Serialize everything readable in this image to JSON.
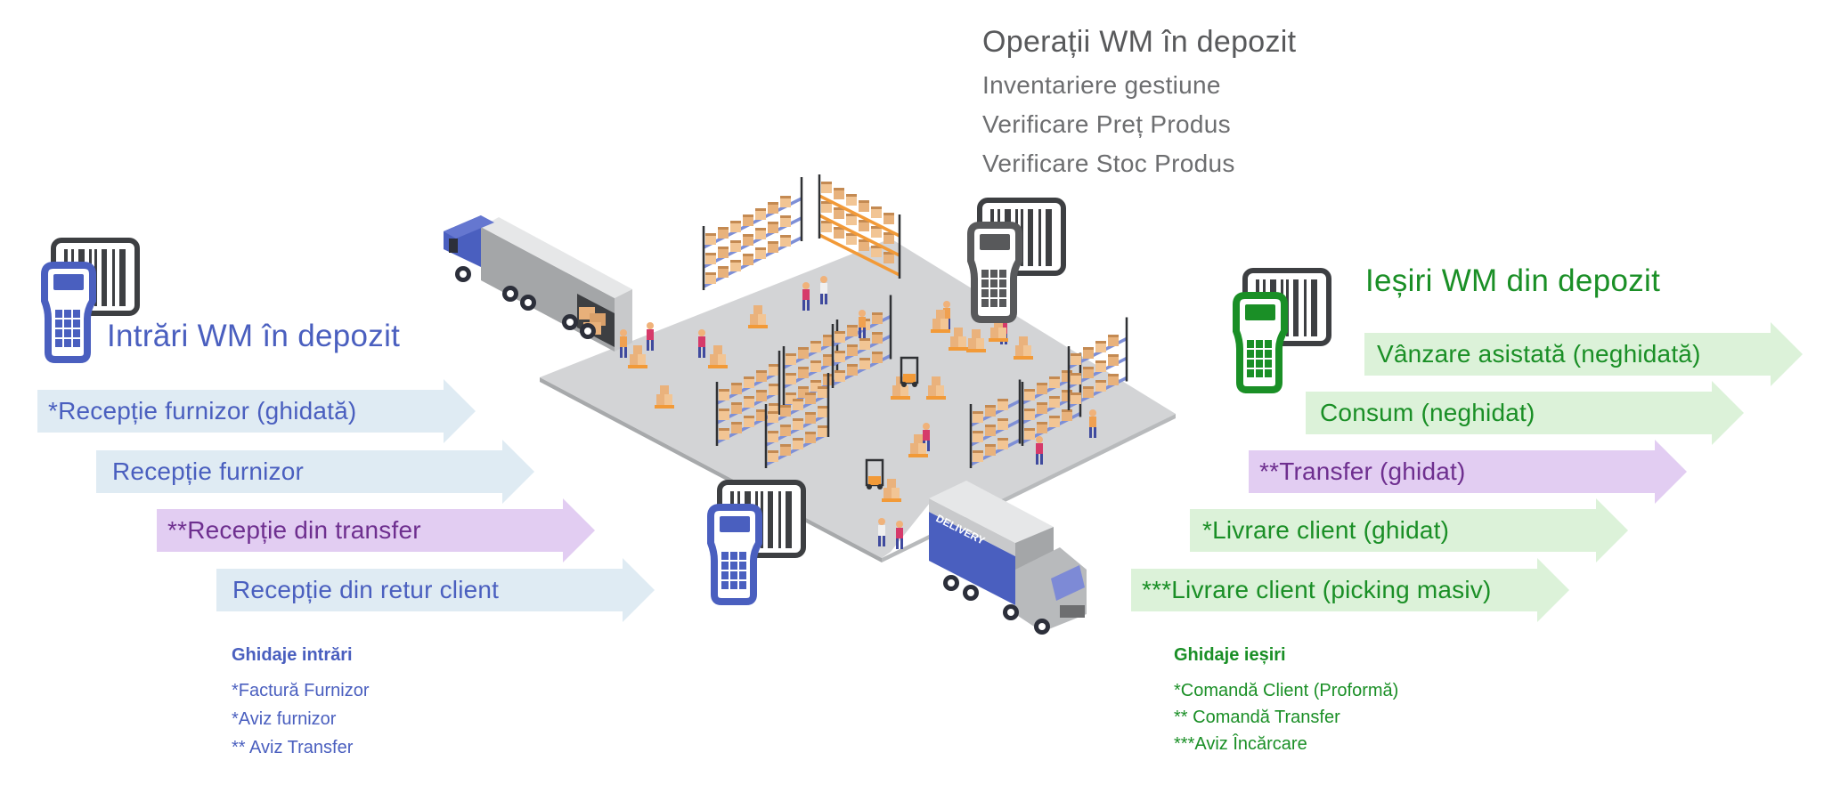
{
  "operations": {
    "title": "Operații WM în depozit",
    "items": [
      "Inventariere gestiune",
      "Verificare Preț Produs",
      "Verificare Stoc Produs"
    ]
  },
  "inbound": {
    "title": "Intrări WM în depozit",
    "arrows": [
      {
        "label": "*Recepție furnizor (ghidată)",
        "style": "blue"
      },
      {
        "label": "Recepție furnizor",
        "style": "blue"
      },
      {
        "label": "**Recepție din transfer",
        "style": "purple"
      },
      {
        "label": "Recepție din retur client",
        "style": "blue"
      }
    ],
    "guides": {
      "title": "Ghidaje intrări",
      "items": [
        "*Factură Furnizor",
        "*Aviz furnizor",
        "** Aviz Transfer"
      ]
    }
  },
  "outbound": {
    "title": "Ieșiri WM din depozit",
    "arrows": [
      {
        "label": "Vânzare asistată (neghidată)",
        "style": "green"
      },
      {
        "label": "Consum (neghidat)",
        "style": "green"
      },
      {
        "label": "**Transfer (ghidat)",
        "style": "purple"
      },
      {
        "label": "*Livrare client (ghidat)",
        "style": "green"
      },
      {
        "label": "***Livrare client (picking masiv)",
        "style": "green"
      }
    ],
    "guides": {
      "title": "Ghidaje ieșiri",
      "items": [
        "*Comandă Client (Proformă)",
        "** Comandă Transfer",
        "***Aviz Încărcare"
      ]
    }
  },
  "illustration": {
    "truck_delivery_text": "DELIVERY",
    "icons": [
      "barcode-scanner-icon-blue",
      "barcode-scanner-icon-gray",
      "barcode-scanner-icon-green"
    ]
  },
  "colors": {
    "inbound": "#4a5fbf",
    "outbound": "#1a8f26",
    "transfer": "#6e2f8f",
    "operations": "#58595b",
    "arrow_blue": "#dfebf3",
    "arrow_purple": "#e2cdf2",
    "arrow_green": "#dcf2d9"
  }
}
